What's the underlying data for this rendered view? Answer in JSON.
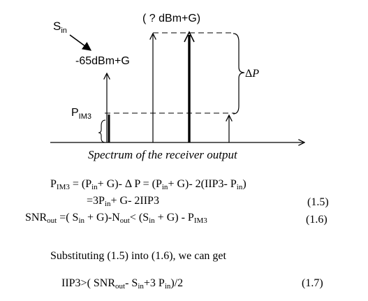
{
  "diagram": {
    "s_in_main": "S",
    "s_in_sub": "in",
    "signal_level": "-65dBm+G",
    "peak_level": "( ? dBm+G)",
    "delta_p_symbol": "Δ",
    "delta_p_var": "P",
    "pim3_main": "P",
    "pim3_sub": "IM3",
    "caption": "Spectrum of the receiver output"
  },
  "equations": {
    "eq1_line1": {
      "p1": "P",
      "p1_sub": "IM3",
      "p2": " = (P",
      "p2_sub": "in",
      "p3": "+ G)- Δ P = (P",
      "p3_sub": "in",
      "p4": "+ G)- 2(IIP3- P",
      "p4_sub": "in",
      "p5": ")"
    },
    "eq1_line2": {
      "p1": "=3P",
      "p1_sub": "in",
      "p2": "+ G- 2IIP3"
    },
    "eq1_number": "(1.5)",
    "eq2": {
      "p1": "SNR",
      "p1_sub": "out",
      "p2": " =( S",
      "p2_sub": "in",
      "p3": " + G)-N",
      "p3_sub": "out",
      "p4": "< (S",
      "p4_sub": "in",
      "p5": " + G) - P",
      "p5_sub": "IM3"
    },
    "eq2_number": "(1.6)",
    "substitution_text": "Substituting (1.5) into (1.6), we can get",
    "eq3": {
      "p1": "IIP3>( SNR",
      "p1_sub": "out",
      "p2": "- S",
      "p2_sub": "in",
      "p3": "+3 P",
      "p3_sub": "in",
      "p4": ")/2"
    },
    "eq3_number": "(1.7)"
  }
}
